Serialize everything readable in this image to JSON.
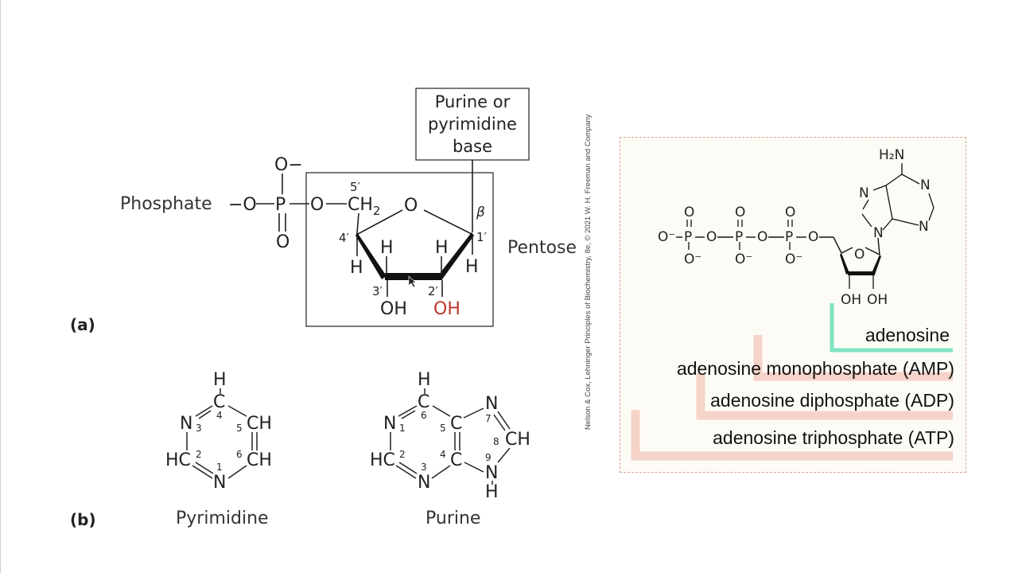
{
  "panel_a": {
    "label": "(a)",
    "phosphate_label": "Phosphate",
    "pentose_label": "Pentose",
    "base_box_text": [
      "Purine or",
      "pyrimidine",
      "base"
    ],
    "atoms": {
      "o_minus_top": "O−",
      "o_minus_left": "−O",
      "p": "P",
      "o_bridge": "O",
      "o_double": "O",
      "ch2": "CH",
      "ch2_sub": "2",
      "ring_o": "O",
      "h_4": "H",
      "h_3up": "H",
      "h_2up": "H",
      "h_1": "H",
      "oh_3": "OH",
      "oh_2": "OH",
      "beta": "β"
    },
    "numbers": {
      "c5": "5′",
      "c4": "4′",
      "c3": "3′",
      "c2": "2′",
      "c1": "1′"
    },
    "colors": {
      "oh_2_highlight": "#c0392b"
    }
  },
  "copyright": "Nelson & Cox, Lehninger Principles of Biochemistry, 8e, © 2021 W. H. Freeman and Company",
  "panel_b": {
    "label": "(b)",
    "pyrimidine": {
      "name": "Pyrimidine",
      "atoms": {
        "h_top": "H",
        "c_top": "C",
        "n3": "N",
        "c5": "CH",
        "hc2": "HC",
        "c6": "CH",
        "n1": "N"
      },
      "numbers": {
        "n3": "3",
        "c4": "4",
        "c5": "5",
        "c2": "2",
        "c6": "6",
        "n1": "1"
      }
    },
    "purine": {
      "name": "Purine",
      "atoms": {
        "h_top": "H",
        "c6": "C",
        "n1": "N",
        "c5": "C",
        "n7": "N",
        "c8": "CH",
        "hc2": "HC",
        "c4": "C",
        "n3": "N",
        "n9": "N",
        "h9": "H"
      },
      "numbers": {
        "c6": "6",
        "n1": "1",
        "c5": "5",
        "n7": "7",
        "c8": "8",
        "c2": "2",
        "c4": "4",
        "n3": "3",
        "n9": "9"
      }
    }
  },
  "atp_panel": {
    "labels": {
      "adenosine": "adenosine",
      "amp": "adenosine monophosphate (AMP)",
      "adp": "adenosine diphosphate (ADP)",
      "atp": "adenosine triphosphate (ATP)"
    },
    "atoms": {
      "nh2": "H₂N",
      "n_ring": "N",
      "o": "O",
      "o_minus": "O⁻",
      "p": "P",
      "oh": "OH"
    },
    "colors": {
      "adenosine_bracket": "#7fe3c2",
      "phosphate_brackets": "#f6d3c8",
      "box_border": "#d4a594",
      "box_bg": "#fdfbf6"
    }
  }
}
